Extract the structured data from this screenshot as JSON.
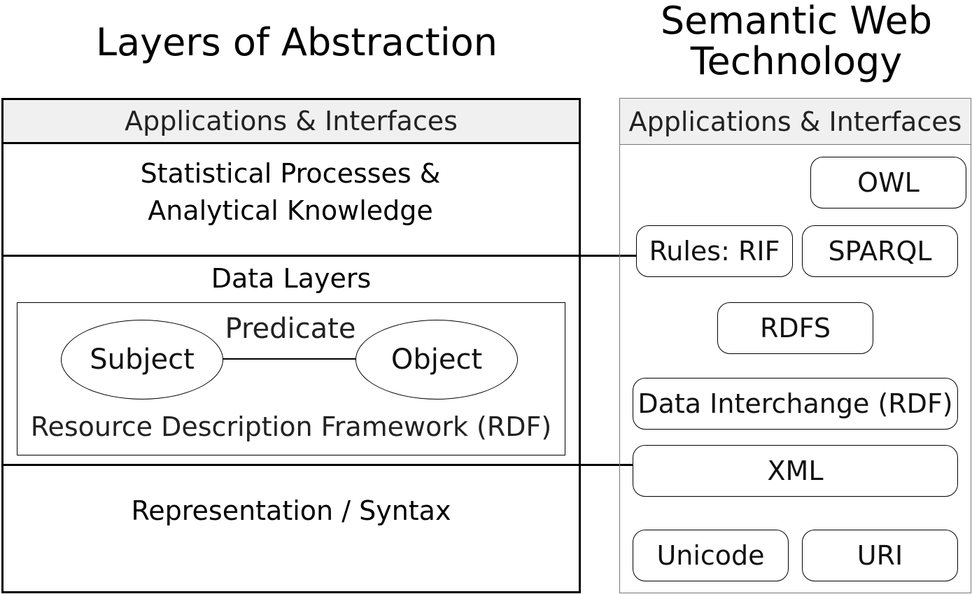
{
  "left": {
    "title": "Layers of Abstraction",
    "header": "Applications & Interfaces",
    "stats": "Statistical Processes & Analytical Knowledge",
    "data_layers": "Data Layers",
    "rdf": {
      "subject": "Subject",
      "predicate": "Predicate",
      "object": "Object",
      "caption": "Resource Description Framework (RDF)"
    },
    "representation": "Representation / Syntax"
  },
  "right": {
    "title": "Semantic Web Technology",
    "header": "Applications & Interfaces",
    "owl": "OWL",
    "rules": "Rules: RIF",
    "sparql": "SPARQL",
    "rdfs": "RDFS",
    "data_interchange": "Data Interchange (RDF)",
    "xml": "XML",
    "unicode": "Unicode",
    "uri": "URI"
  }
}
